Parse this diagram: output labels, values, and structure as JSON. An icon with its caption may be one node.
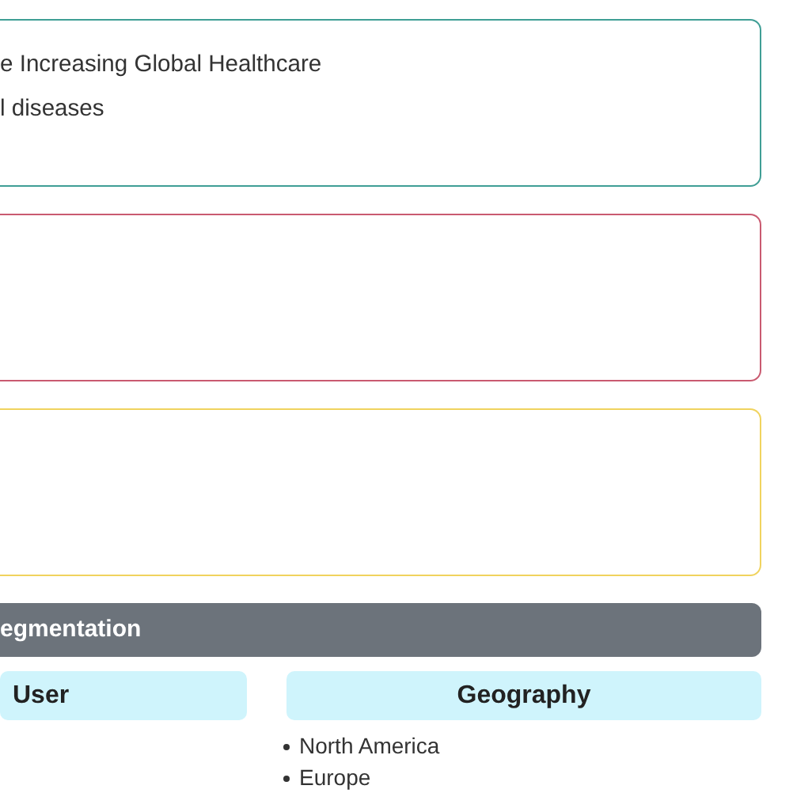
{
  "diagram": {
    "nodes": [
      {
        "text": [
          "e Increasing Global Healthcare",
          "l diseases"
        ]
      },
      {
        "text": [],
        "shape": "box"
      },
      {
        "text": [],
        "shape": "box"
      },
      {
        "text": [
          "egmentation"
        ]
      },
      {
        "text": [
          "User"
        ]
      },
      {
        "text": [
          "Geography"
        ],
        "beside": [
          "North America",
          "Europe"
        ]
      }
    ]
  }
}
